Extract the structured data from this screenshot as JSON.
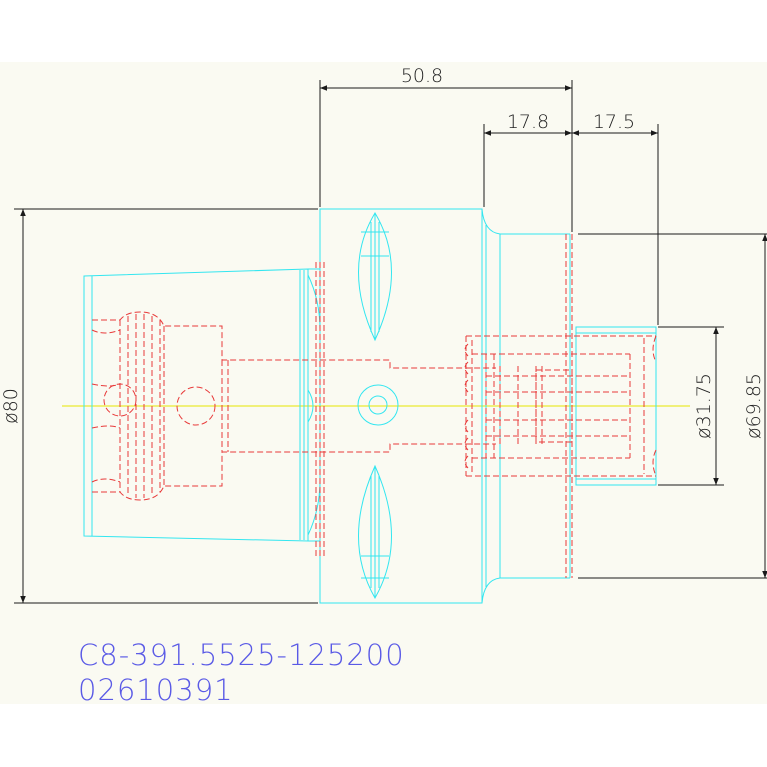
{
  "colors": {
    "background": "#ffffff",
    "drawing_area": "#fafaf2",
    "outline": "#33e6f0",
    "hidden_lines": "#e83a3a",
    "centerline": "#e6e600",
    "dimension": "#1a1a1a",
    "part_text": "#5a5ae6"
  },
  "dimensions": {
    "total_length": "50.8",
    "neck_length": "17.8",
    "tail_length": "17.5",
    "flange_diameter": "ø80",
    "neck_diameter": "ø69.85",
    "shank_diameter": "ø31.75"
  },
  "part": {
    "number": "C8-391.5525-125200",
    "code": "02610391"
  }
}
